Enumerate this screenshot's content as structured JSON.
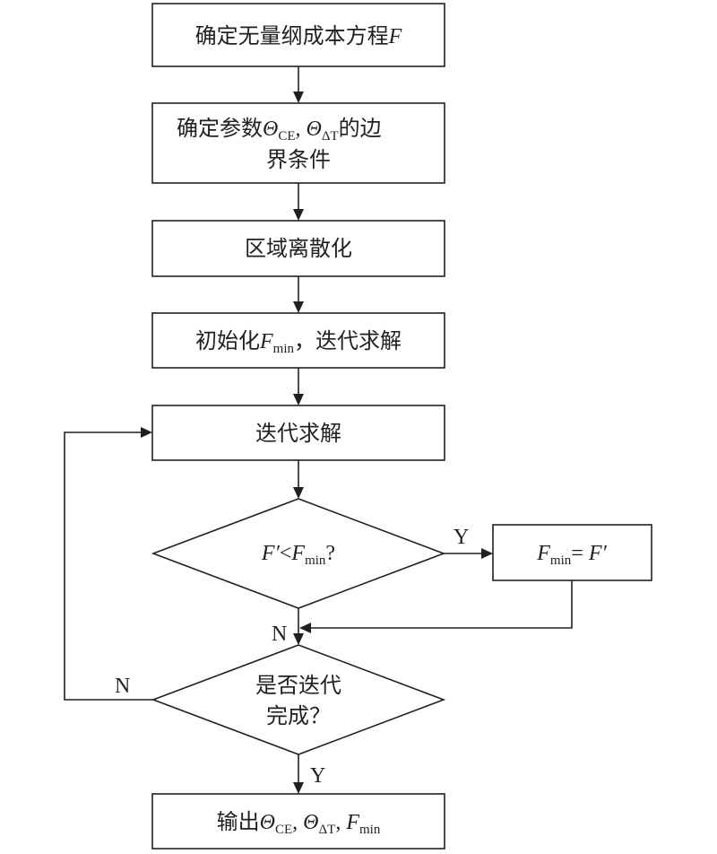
{
  "nodes": {
    "box1": {
      "text": "确定无量纲成本方程",
      "var": "F"
    },
    "box2": {
      "line1_prefix": "确定参数",
      "theta": "Θ",
      "sub_ce": "CE",
      "comma": ", ",
      "sub_dt": "ΔT",
      "line1_suffix": "的边",
      "line2": "界条件"
    },
    "box3": {
      "text": "区域离散化"
    },
    "box4": {
      "prefix": "初始化",
      "var": "F",
      "sub": "min",
      "suffix": "，迭代求解"
    },
    "box5": {
      "text": "迭代求解"
    },
    "decision1": {
      "var": "F′",
      "op": "<",
      "var2": "F",
      "sub": "min",
      "q": "?"
    },
    "box6": {
      "var": "F",
      "sub": "min",
      "eq": "= ",
      "var2": "F′"
    },
    "decision2": {
      "line1": "是否迭代",
      "line2": "完成？"
    },
    "box7": {
      "prefix": "输出",
      "theta": "Θ",
      "sub_ce": "CE",
      "comma": ", ",
      "sub_dt": "ΔT",
      "var": "F",
      "sub_min": "min"
    }
  },
  "labels": {
    "yes1": "Y",
    "no1": "N",
    "no2": "N",
    "yes2": "Y"
  },
  "colors": {
    "stroke": "#231f20",
    "fill": "#ffffff"
  }
}
